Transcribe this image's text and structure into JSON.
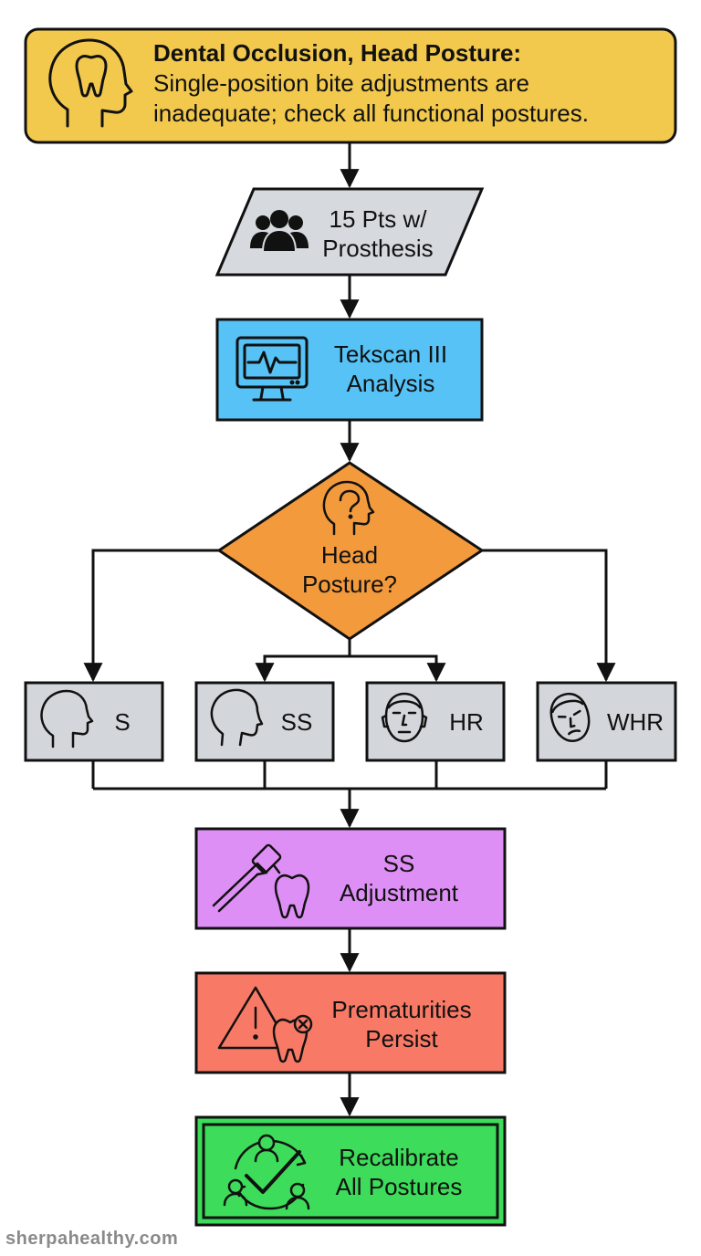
{
  "header": {
    "heading": "Dental Occlusion, Head Posture:",
    "body_line1": "Single-position bite adjustments are",
    "body_line2": "inadequate; check all functional postures."
  },
  "patients": {
    "line1": "15 Pts w/",
    "line2": "Prosthesis"
  },
  "analysis": {
    "line1": "Tekscan III",
    "line2": "Analysis"
  },
  "decision": {
    "line1": "Head",
    "line2": "Posture?"
  },
  "postures": [
    "S",
    "SS",
    "HR",
    "WHR"
  ],
  "adjustment": {
    "line1": "SS",
    "line2": "Adjustment"
  },
  "prematurities": {
    "line1": "Prematurities",
    "line2": "Persist"
  },
  "recalibrate": {
    "line1": "Recalibrate",
    "line2": "All Postures"
  },
  "watermark": "sherpahealthy.com",
  "colors": {
    "header": "#f2c94c",
    "patients": "#d6dadf",
    "analysis": "#56c2f5",
    "decision": "#f39a3c",
    "posture": "#d3d6da",
    "adjustment": "#de8ff5",
    "prematurities": "#f87a66",
    "recalibrate": "#3ddc5a"
  },
  "icons": {
    "header": "head-tooth-icon",
    "patients": "people-group-icon",
    "analysis": "monitor-pulse-icon",
    "decision": "head-question-icon",
    "postures": [
      "head-profile-icon",
      "head-profile-icon",
      "face-front-icon",
      "face-tilted-icon"
    ],
    "adjustment": "dental-drill-icon",
    "prematurities": "warning-tooth-icon",
    "recalibrate": "recalibrate-check-icon"
  }
}
